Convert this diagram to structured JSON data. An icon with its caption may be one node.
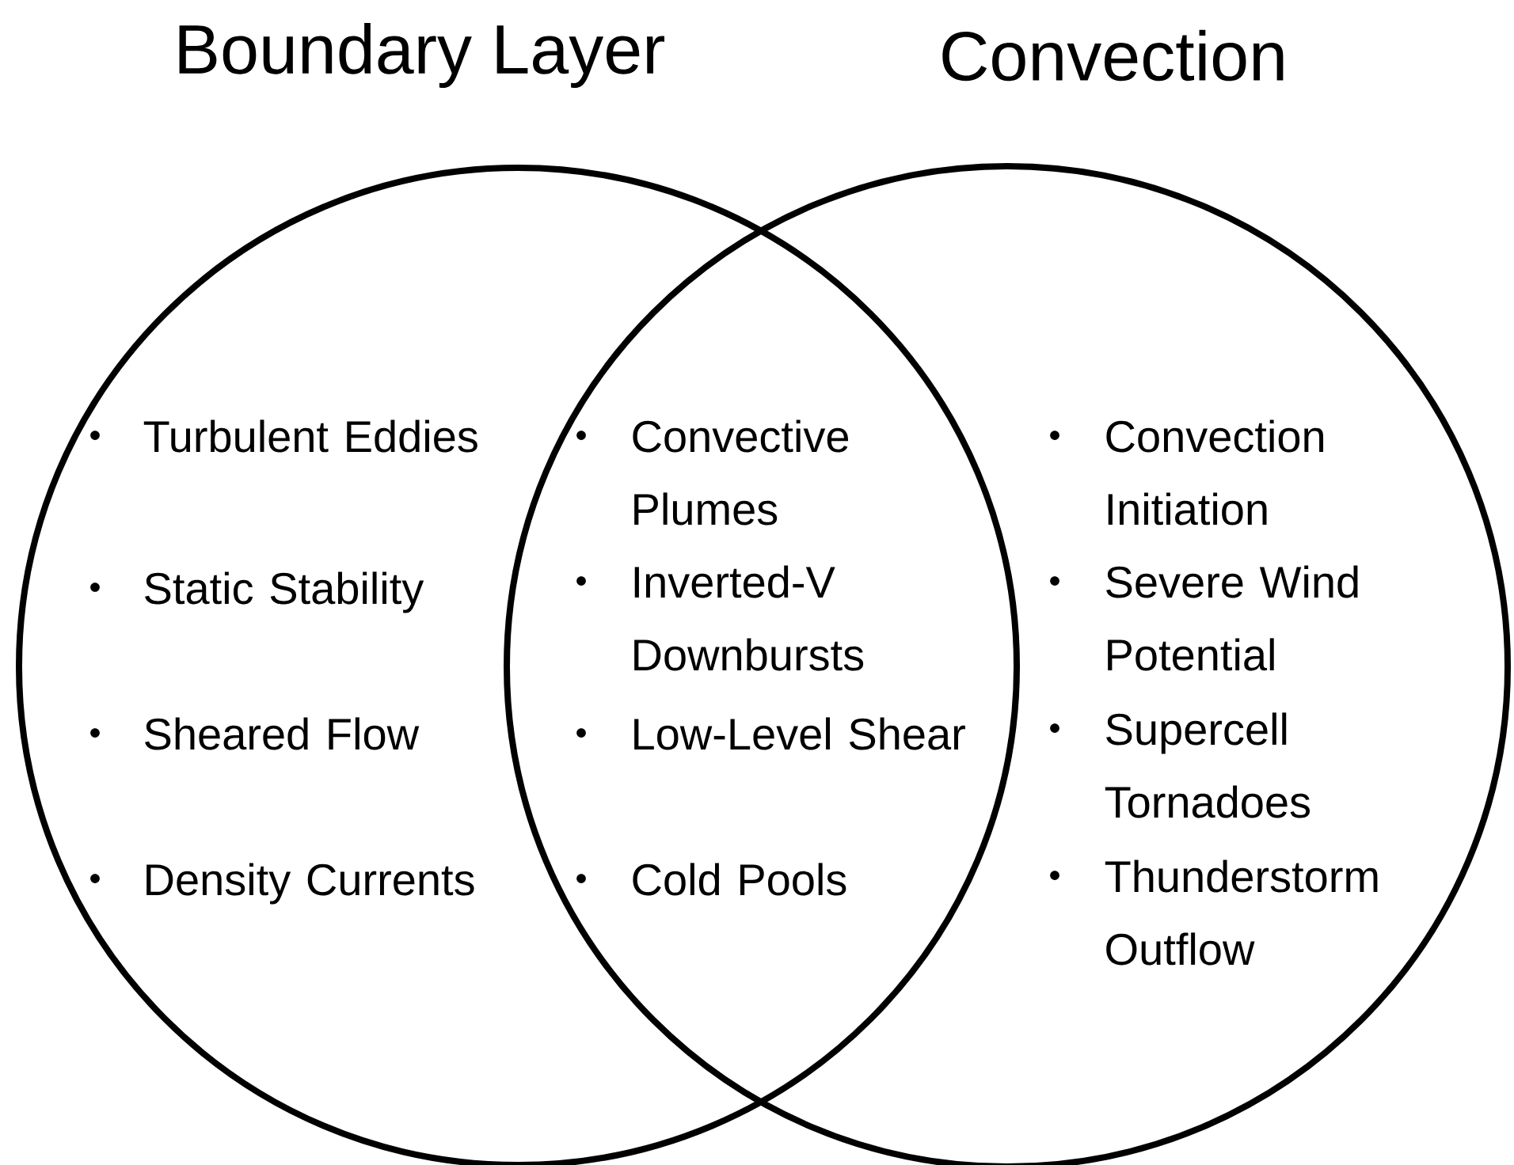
{
  "diagram": {
    "nodes": [
      {
        "text": [
          "Boundary Layer",
          "Turbulent Eddies",
          "Static Stability",
          "Sheared Flow",
          "Density Currents"
        ]
      },
      {
        "text": [
          "Convection",
          "Convection Initiation",
          "Severe Wind Potential",
          "Supercell Tornadoes",
          "Thunderstorm Outflow"
        ]
      }
    ],
    "labels": [
      "Convective Plumes",
      "Inverted-V Downbursts",
      "Low-Level Shear",
      "Cold Pools"
    ]
  }
}
